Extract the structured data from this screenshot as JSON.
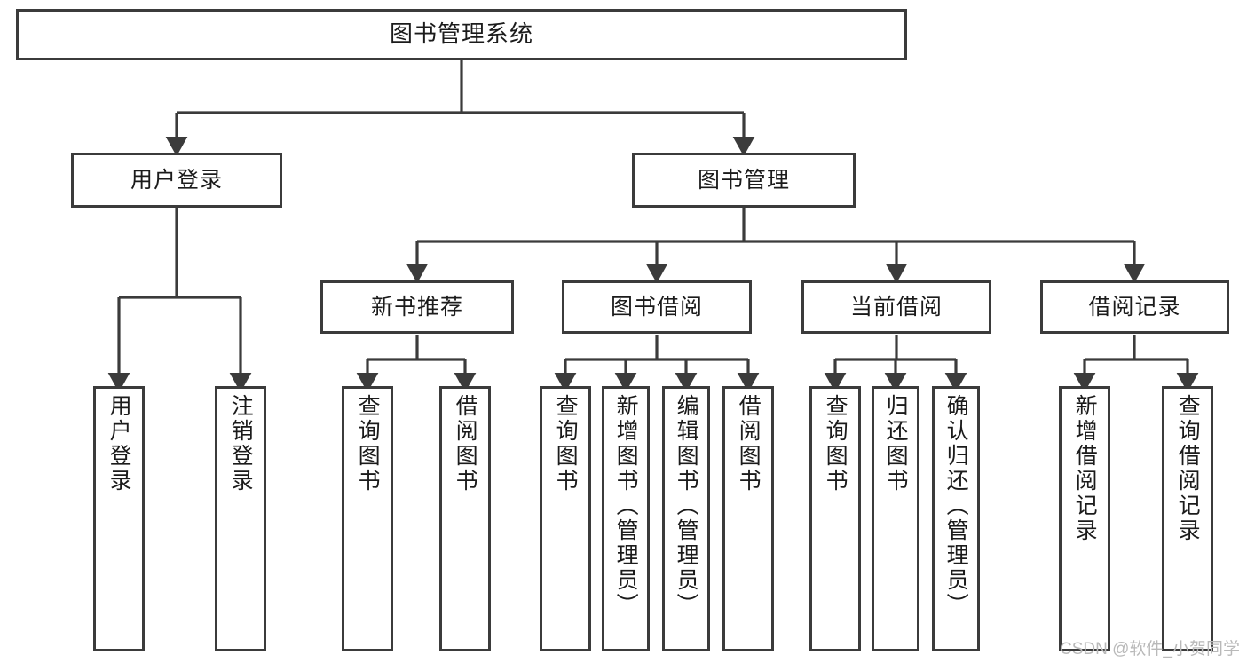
{
  "diagram": {
    "title": "图书管理系统",
    "type": "tree-hierarchy-chart",
    "watermark": "CSDN @软件_小贺同学",
    "colors": {
      "border": "#3b3b3b",
      "fill": "#ffffff",
      "text": "#1b1b1b",
      "connector": "#3b3b3b",
      "watermark": "#b9b9b9"
    },
    "nodes": {
      "root": {
        "label": "图书管理系统",
        "orientation": "horizontal"
      },
      "level2": [
        {
          "label": "用户登录",
          "orientation": "horizontal"
        },
        {
          "label": "图书管理",
          "orientation": "horizontal"
        }
      ],
      "level3": [
        {
          "label": "新书推荐",
          "orientation": "horizontal"
        },
        {
          "label": "图书借阅",
          "orientation": "horizontal"
        },
        {
          "label": "当前借阅",
          "orientation": "horizontal"
        },
        {
          "label": "借阅记录",
          "orientation": "horizontal"
        }
      ],
      "leaves_user_login": [
        {
          "label": "用户登录",
          "orientation": "vertical"
        },
        {
          "label": "注销登录",
          "orientation": "vertical"
        }
      ],
      "leaves_new_book": [
        {
          "label": "查询图书",
          "orientation": "vertical"
        },
        {
          "label": "借阅图书",
          "orientation": "vertical"
        }
      ],
      "leaves_borrow": [
        {
          "label": "查询图书",
          "orientation": "vertical"
        },
        {
          "label": "新增图书（管理员）",
          "orientation": "vertical"
        },
        {
          "label": "编辑图书（管理员）",
          "orientation": "vertical"
        },
        {
          "label": "借阅图书",
          "orientation": "vertical"
        }
      ],
      "leaves_current": [
        {
          "label": "查询图书",
          "orientation": "vertical"
        },
        {
          "label": "归还图书",
          "orientation": "vertical"
        },
        {
          "label": "确认归还（管理员）",
          "orientation": "vertical"
        }
      ],
      "leaves_records": [
        {
          "label": "新增借阅记录",
          "orientation": "vertical"
        },
        {
          "label": "查询借阅记录",
          "orientation": "vertical"
        }
      ]
    }
  }
}
